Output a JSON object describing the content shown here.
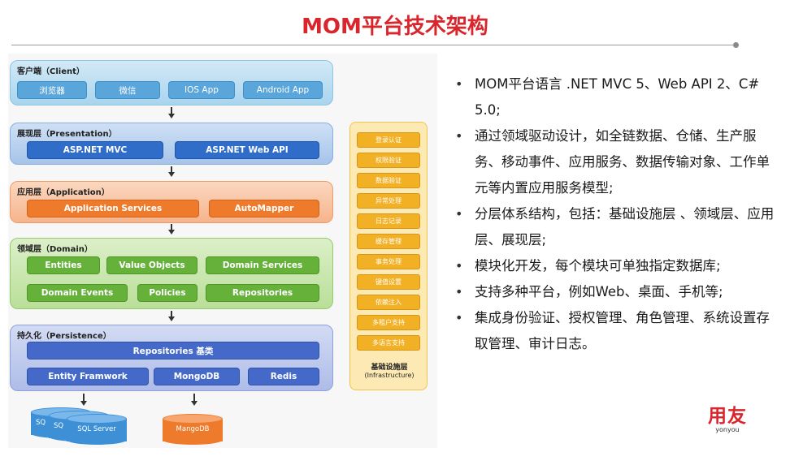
{
  "title": "MOM平台技术架构",
  "diagram": {
    "client": {
      "title": "客户端（Client）",
      "items": [
        "浏览器",
        "微信",
        "IOS App",
        "Android App"
      ]
    },
    "presentation": {
      "title": "展现层（Presentation）",
      "items": [
        "ASP.NET MVC",
        "ASP.NET Web API"
      ]
    },
    "application": {
      "title": "应用层（Application）",
      "items": [
        "Application Services",
        "AutoMapper"
      ]
    },
    "domain": {
      "title": "领域层（Domain）",
      "items": [
        "Entities",
        "Value Objects",
        "Domain Services",
        "Domain Events",
        "Policies",
        "Repositories"
      ]
    },
    "persistence": {
      "title": "持久化（Persistence）",
      "base": "Repositories 基类",
      "items": [
        "Entity Framwork",
        "MongoDB",
        "Redis"
      ]
    },
    "infrastructure": {
      "items": [
        "登录认证",
        "权限验证",
        "数据验证",
        "异常处理",
        "日志记录",
        "缓存管理",
        "事务处理",
        "键值设置",
        "依赖注入",
        "多租户支持",
        "多语言支持"
      ],
      "label_cn": "基础设施层",
      "label_en": "(Infrastructure)"
    },
    "databases": {
      "sql_a": "SQ",
      "sql_b": "SQ",
      "sql_main": "SQL Server",
      "mongo": "MangoDB"
    }
  },
  "bullets": [
    "MOM平台语言 .NET MVC 5、Web API 2、C# 5.0;",
    "通过领域驱动设计，如全链数据、仓储、生产服务、移动事件、应用服务、数据传输对象、工作单元等内置应用服务模型;",
    "分层体系结构，包括：基础设施层 、领域层、应用层、展现层;",
    "模块化开发，每个模块可单独指定数据库;",
    "支持多种平台，例如Web、桌面、手机等;",
    "集成身份验证、授权管理、角色管理、系统设置存取管理、审计日志。"
  ],
  "logo": {
    "main": "用友",
    "sub": "yonyou"
  },
  "colors": {
    "title": "#d9262c",
    "logo": "#d9262c"
  }
}
